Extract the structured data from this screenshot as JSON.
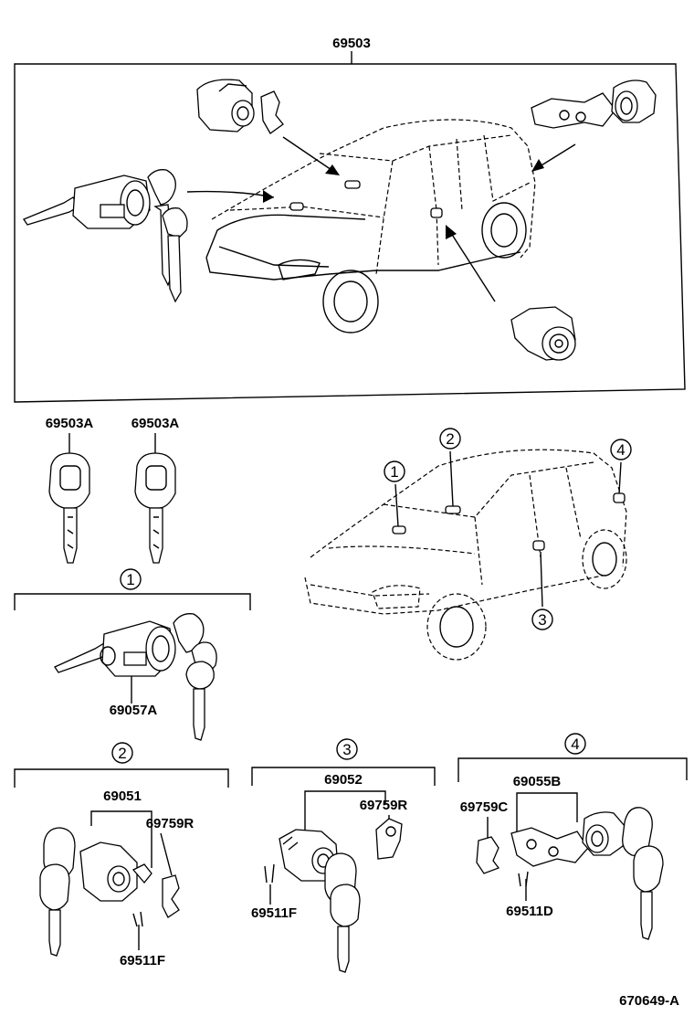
{
  "diagram": {
    "top_assembly": {
      "part_no": "69503"
    },
    "keys_section": {
      "key_left": "69503A",
      "key_right": "69503A"
    },
    "locations": {
      "c1": "1",
      "c2": "2",
      "c3": "3",
      "c4": "4"
    },
    "group1": {
      "marker": "1",
      "part_no": "69057A"
    },
    "group2": {
      "marker": "2",
      "assembly": "69051",
      "retainer": "69759R",
      "clip": "69511F"
    },
    "group3": {
      "marker": "3",
      "assembly": "69052",
      "retainer": "69759R",
      "clip": "69511F"
    },
    "group4": {
      "marker": "4",
      "assembly": "69055B",
      "retainer": "69759C",
      "clip": "69511D"
    },
    "reference": "670649-A"
  }
}
